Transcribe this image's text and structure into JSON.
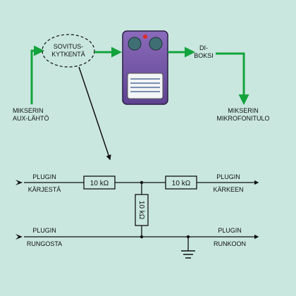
{
  "top": {
    "adapter_label_line1": "SOVITUS-",
    "adapter_label_line2": "KYTKENTÄ",
    "di_box_label_line1": "DI-",
    "di_box_label_line2": "BOKSI",
    "mixer_out_line1": "MIKSERIN",
    "mixer_out_line2": "AUX-LÄHTÖ",
    "mixer_in_line1": "MIKSERIN",
    "mixer_in_line2": "MIKROFONITULO"
  },
  "circuit": {
    "left_top_line1": "PLUGIN",
    "left_top_line2": "KÄRJESTÄ",
    "left_bottom_line1": "PLUGIN",
    "left_bottom_line2": "RUNGOSTA",
    "right_top_line1": "PLUGIN",
    "right_top_line2": "KÄRKEEN",
    "right_bottom_line1": "PLUGIN",
    "right_bottom_line2": "RUNKOON",
    "resistor_1": "10 kΩ",
    "resistor_2": "10 kΩ",
    "resistor_3": "10 kΩ"
  },
  "colors": {
    "background": "#c9e7df",
    "arrow_green": "#13a33c",
    "pedal_body": "#7a5aa8",
    "pedal_knob": "#3f6f74",
    "wire": "#111111"
  }
}
